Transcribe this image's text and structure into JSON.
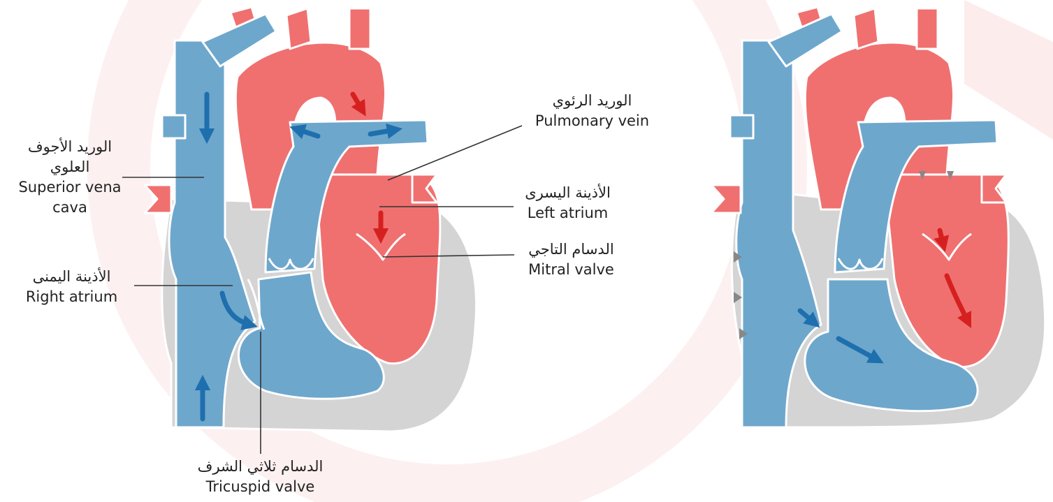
{
  "labels": {
    "superior_vena_cava": {
      "ar_line1": "الوريد الأجوف",
      "ar_line2": "العلوي",
      "en_line1": "Superior vena",
      "en_line2": "cava"
    },
    "right_atrium": {
      "ar": "الأذينة اليمنى",
      "en": "Right atrium"
    },
    "tricuspid_valve": {
      "ar": "الدسام ثلاثي الشرف",
      "en": "Tricuspid valve"
    },
    "pulmonary_vein": {
      "ar": "الوريد الرئوي",
      "en": "Pulmonary vein"
    },
    "left_atrium": {
      "ar": "الأذينة اليسرى",
      "en": "Left atrium"
    },
    "mitral_valve": {
      "ar": "الدسام التاجي",
      "en": "Mitral valve"
    }
  },
  "colors": {
    "oxygen_poor_blood": "#6ea7cc",
    "oxygen_poor_blood_dark": "#5a8fb8",
    "oxygen_rich_blood": "#f07070",
    "heart_wall": "#d6d6d6",
    "flow_arrow_blue": "#1e6fae",
    "flow_arrow_red": "#d62020",
    "watermark": "#fbe3e3"
  }
}
